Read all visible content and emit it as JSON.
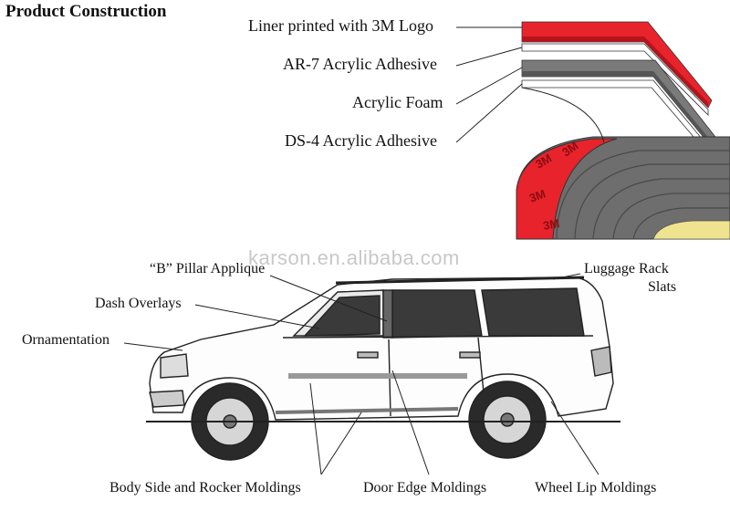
{
  "title": "Product Construction",
  "layers": [
    {
      "label": "Liner printed with 3M Logo",
      "color": "#e8232c"
    },
    {
      "label": "AR-7 Acrylic Adhesive",
      "color": "#ffffff"
    },
    {
      "label": "Acrylic Foam",
      "color": "#707070"
    },
    {
      "label": "DS-4 Acrylic Adhesive",
      "color": "#ffffff"
    }
  ],
  "roll_logo": "3M",
  "watermark": "karson.en.alibaba.com",
  "callouts": {
    "b_pillar": "“B” Pillar Applique",
    "luggage_rack_1": "Luggage Rack",
    "luggage_rack_2": "Slats",
    "dash": "Dash Overlays",
    "ornamentation": "Ornamentation",
    "body_side": "Body Side and Rocker Moldings",
    "door_edge": "Door Edge Moldings",
    "wheel_lip": "Wheel Lip Moldings"
  }
}
